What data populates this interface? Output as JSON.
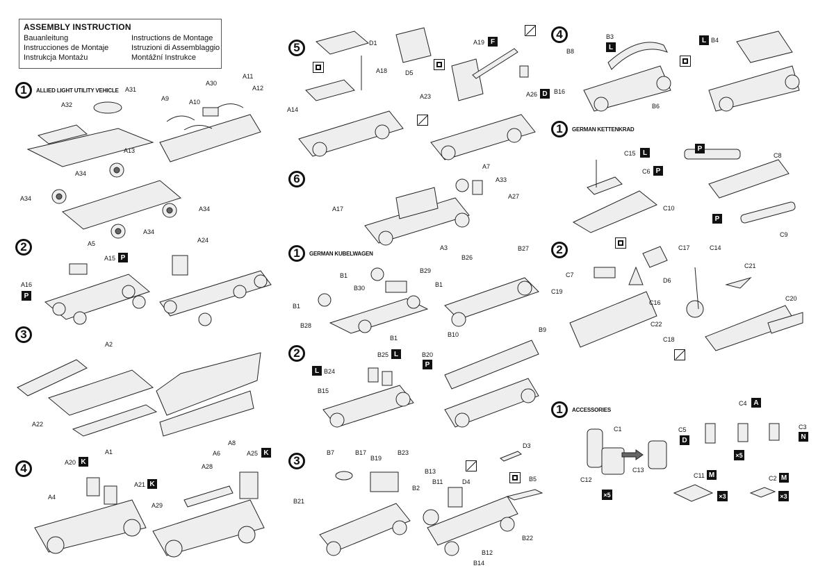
{
  "header": {
    "main": "ASSEMBLY INSTRUCTION",
    "langs": [
      "Bauanleitung",
      "Instructions de Montage",
      "Instrucciones de Montaje",
      "Istruzioni di Assemblaggio",
      "Instrukcja Montażu",
      "Montážní Instrukce"
    ]
  },
  "sections": {
    "allied": "ALLIED LIGHT UTILITY VEHICLE",
    "kubel": "GERMAN KUBELWAGEN",
    "ketten": "GERMAN KETTENKRAD",
    "acc": "ACCESSORIES"
  },
  "steps": {
    "s1": "1",
    "s2": "2",
    "s3": "3",
    "s4": "4",
    "s5": "5",
    "s6": "6"
  },
  "labels": {
    "a31": "A31",
    "a32": "A32",
    "a13": "A13",
    "a9": "A9",
    "a10": "A10",
    "a30": "A30",
    "a11": "A11",
    "a12": "A12",
    "a34a": "A34",
    "a34b": "A34",
    "a34c": "A34",
    "a34d": "A34",
    "a5": "A5",
    "a15": "A15",
    "a16": "A16",
    "a24": "A24",
    "a2": "A2",
    "a22": "A22",
    "a1": "A1",
    "a20": "A20",
    "a21": "A21",
    "a4": "A4",
    "a8": "A8",
    "a6": "A6",
    "a28": "A28",
    "a25": "A25",
    "a29": "A29",
    "d1": "D1",
    "a18": "A18",
    "d5": "D5",
    "a19": "A19",
    "a14": "A14",
    "a23": "A23",
    "a26": "A26",
    "a7": "A7",
    "a17": "A17",
    "a33": "A33",
    "a27": "A27",
    "a3": "A3",
    "b1a": "B1",
    "b1b": "B1",
    "b1c": "B1",
    "b1d": "B1",
    "b29": "B29",
    "b30": "B30",
    "b28": "B28",
    "b26": "B26",
    "b27": "B27",
    "b25": "B25",
    "b24": "B24",
    "b20": "B20",
    "b15": "B15",
    "b10": "B10",
    "b9": "B9",
    "b7": "B7",
    "b17": "B17",
    "b19": "B19",
    "b23": "B23",
    "b21": "B21",
    "b13": "B13",
    "b11": "B11",
    "b2": "B2",
    "d4": "D4",
    "d3": "D3",
    "b5": "B5",
    "b12": "B12",
    "b14": "B14",
    "b22": "B22",
    "b3": "B3",
    "b8": "B8",
    "b16": "B16",
    "b6": "B6",
    "b4": "B4",
    "c15": "C15",
    "c6": "C6",
    "c10": "C10",
    "c8": "C8",
    "c9": "C9",
    "c7": "C7",
    "c19": "C19",
    "c16": "C16",
    "c22": "C22",
    "d6": "D6",
    "c17": "C17",
    "c14": "C14",
    "c18": "C18",
    "c21": "C21",
    "c20": "C20",
    "c1": "C1",
    "c12": "C12",
    "c13": "C13",
    "c4": "C4",
    "c5": "C5",
    "c3": "C3",
    "c11": "C11",
    "c2": "C2"
  },
  "badges": {
    "a15": "P",
    "a16": "P",
    "a20": "K",
    "a21": "K",
    "a25": "K",
    "a19": "F",
    "a26": "D",
    "b25": "L",
    "b24": "L",
    "b20": "P",
    "b3": "L",
    "b4": "L",
    "c15": "L",
    "c6": "P",
    "c8": "P",
    "c9": "P",
    "c4": "A",
    "c5": "D",
    "c3": "N",
    "c11": "M",
    "c2": "M"
  },
  "multipliers": {
    "x5a": "×5",
    "x5b": "×5",
    "x3a": "×3",
    "x3b": "×3"
  }
}
